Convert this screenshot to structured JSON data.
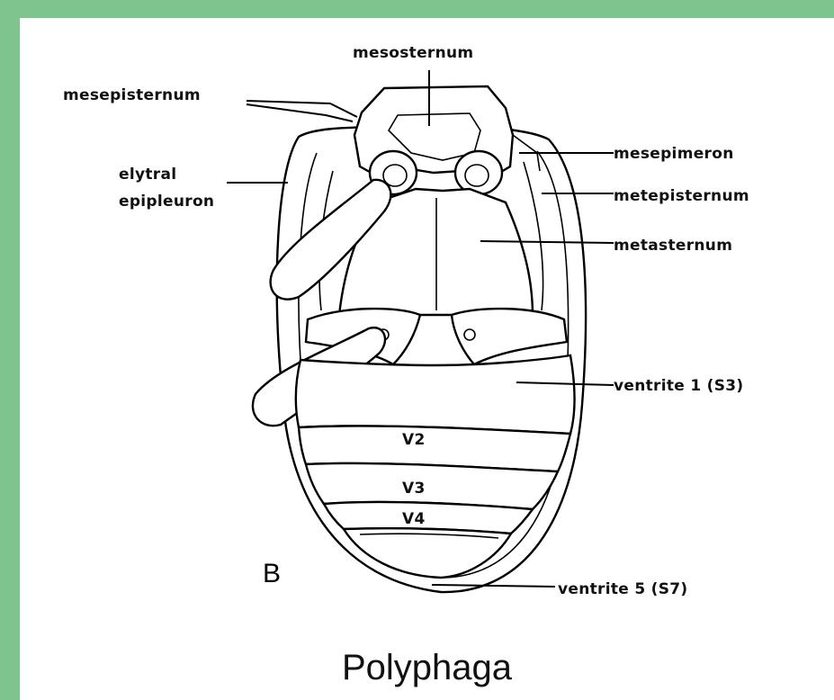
{
  "labels": {
    "mesosternum": "mesosternum",
    "mesepisternum": "mesepisternum",
    "elytral": "elytral",
    "epipleuron": "epipleuron",
    "mesepimeron": "mesepimeron",
    "metepisternum": "metepisternum",
    "metasternum": "metasternum",
    "ventrite1": "ventrite 1 (S3)",
    "v2": "V2",
    "v3": "V3",
    "v4": "V4",
    "ventrite5": "ventrite 5 (S7)",
    "panel": "B"
  },
  "caption": "Polyphaga",
  "colors": {
    "frame": "#7fc38e",
    "background": "#ffffff",
    "ink": "#000000"
  }
}
